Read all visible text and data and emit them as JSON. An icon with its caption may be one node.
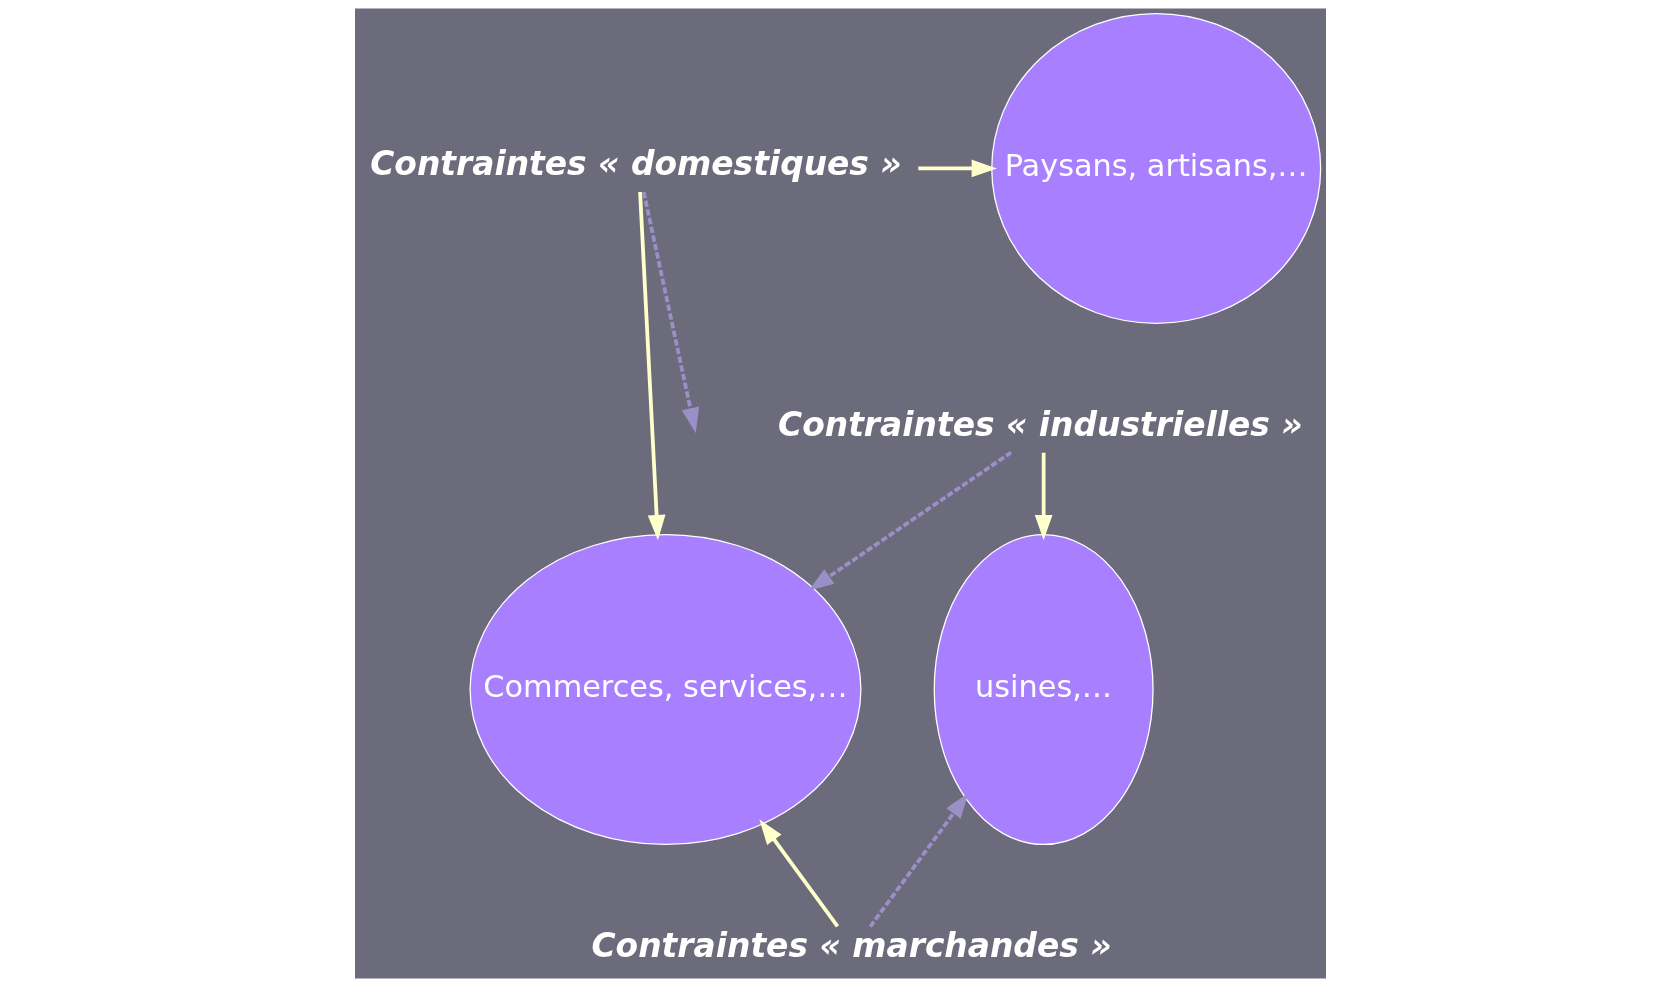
{
  "diagram": {
    "nodes": [
      {
        "text": [
          "usines,…"
        ]
      },
      {
        "text": [
          "Commerces, services,…"
        ]
      },
      {
        "text": [
          "Paysans, artisans,…"
        ]
      },
      {
        "text": [
          "Contraintes « domestiques »"
        ]
      },
      {
        "text": [
          "Contraintes « industrielles »"
        ]
      },
      {
        "text": [
          "Contraintes « marchandes »"
        ]
      }
    ],
    "edges": [
      {
        "from": 3,
        "to": 2,
        "arrow": "to"
      },
      {
        "from": 3,
        "to": 1,
        "arrow": "to"
      },
      {
        "from": 3,
        "to": null,
        "arrow": "to",
        "style": "dashed",
        "color": "#9b8fc7"
      },
      {
        "from": 4,
        "to": 0,
        "arrow": "to"
      },
      {
        "from": 4,
        "to": 1,
        "arrow": "to",
        "style": "dashed",
        "color": "#9b8fc7"
      },
      {
        "from": 5,
        "to": 1,
        "arrow": "to"
      },
      {
        "from": 5,
        "to": 0,
        "arrow": "to",
        "style": "dashed",
        "color": "#9b8fc7"
      }
    ]
  }
}
